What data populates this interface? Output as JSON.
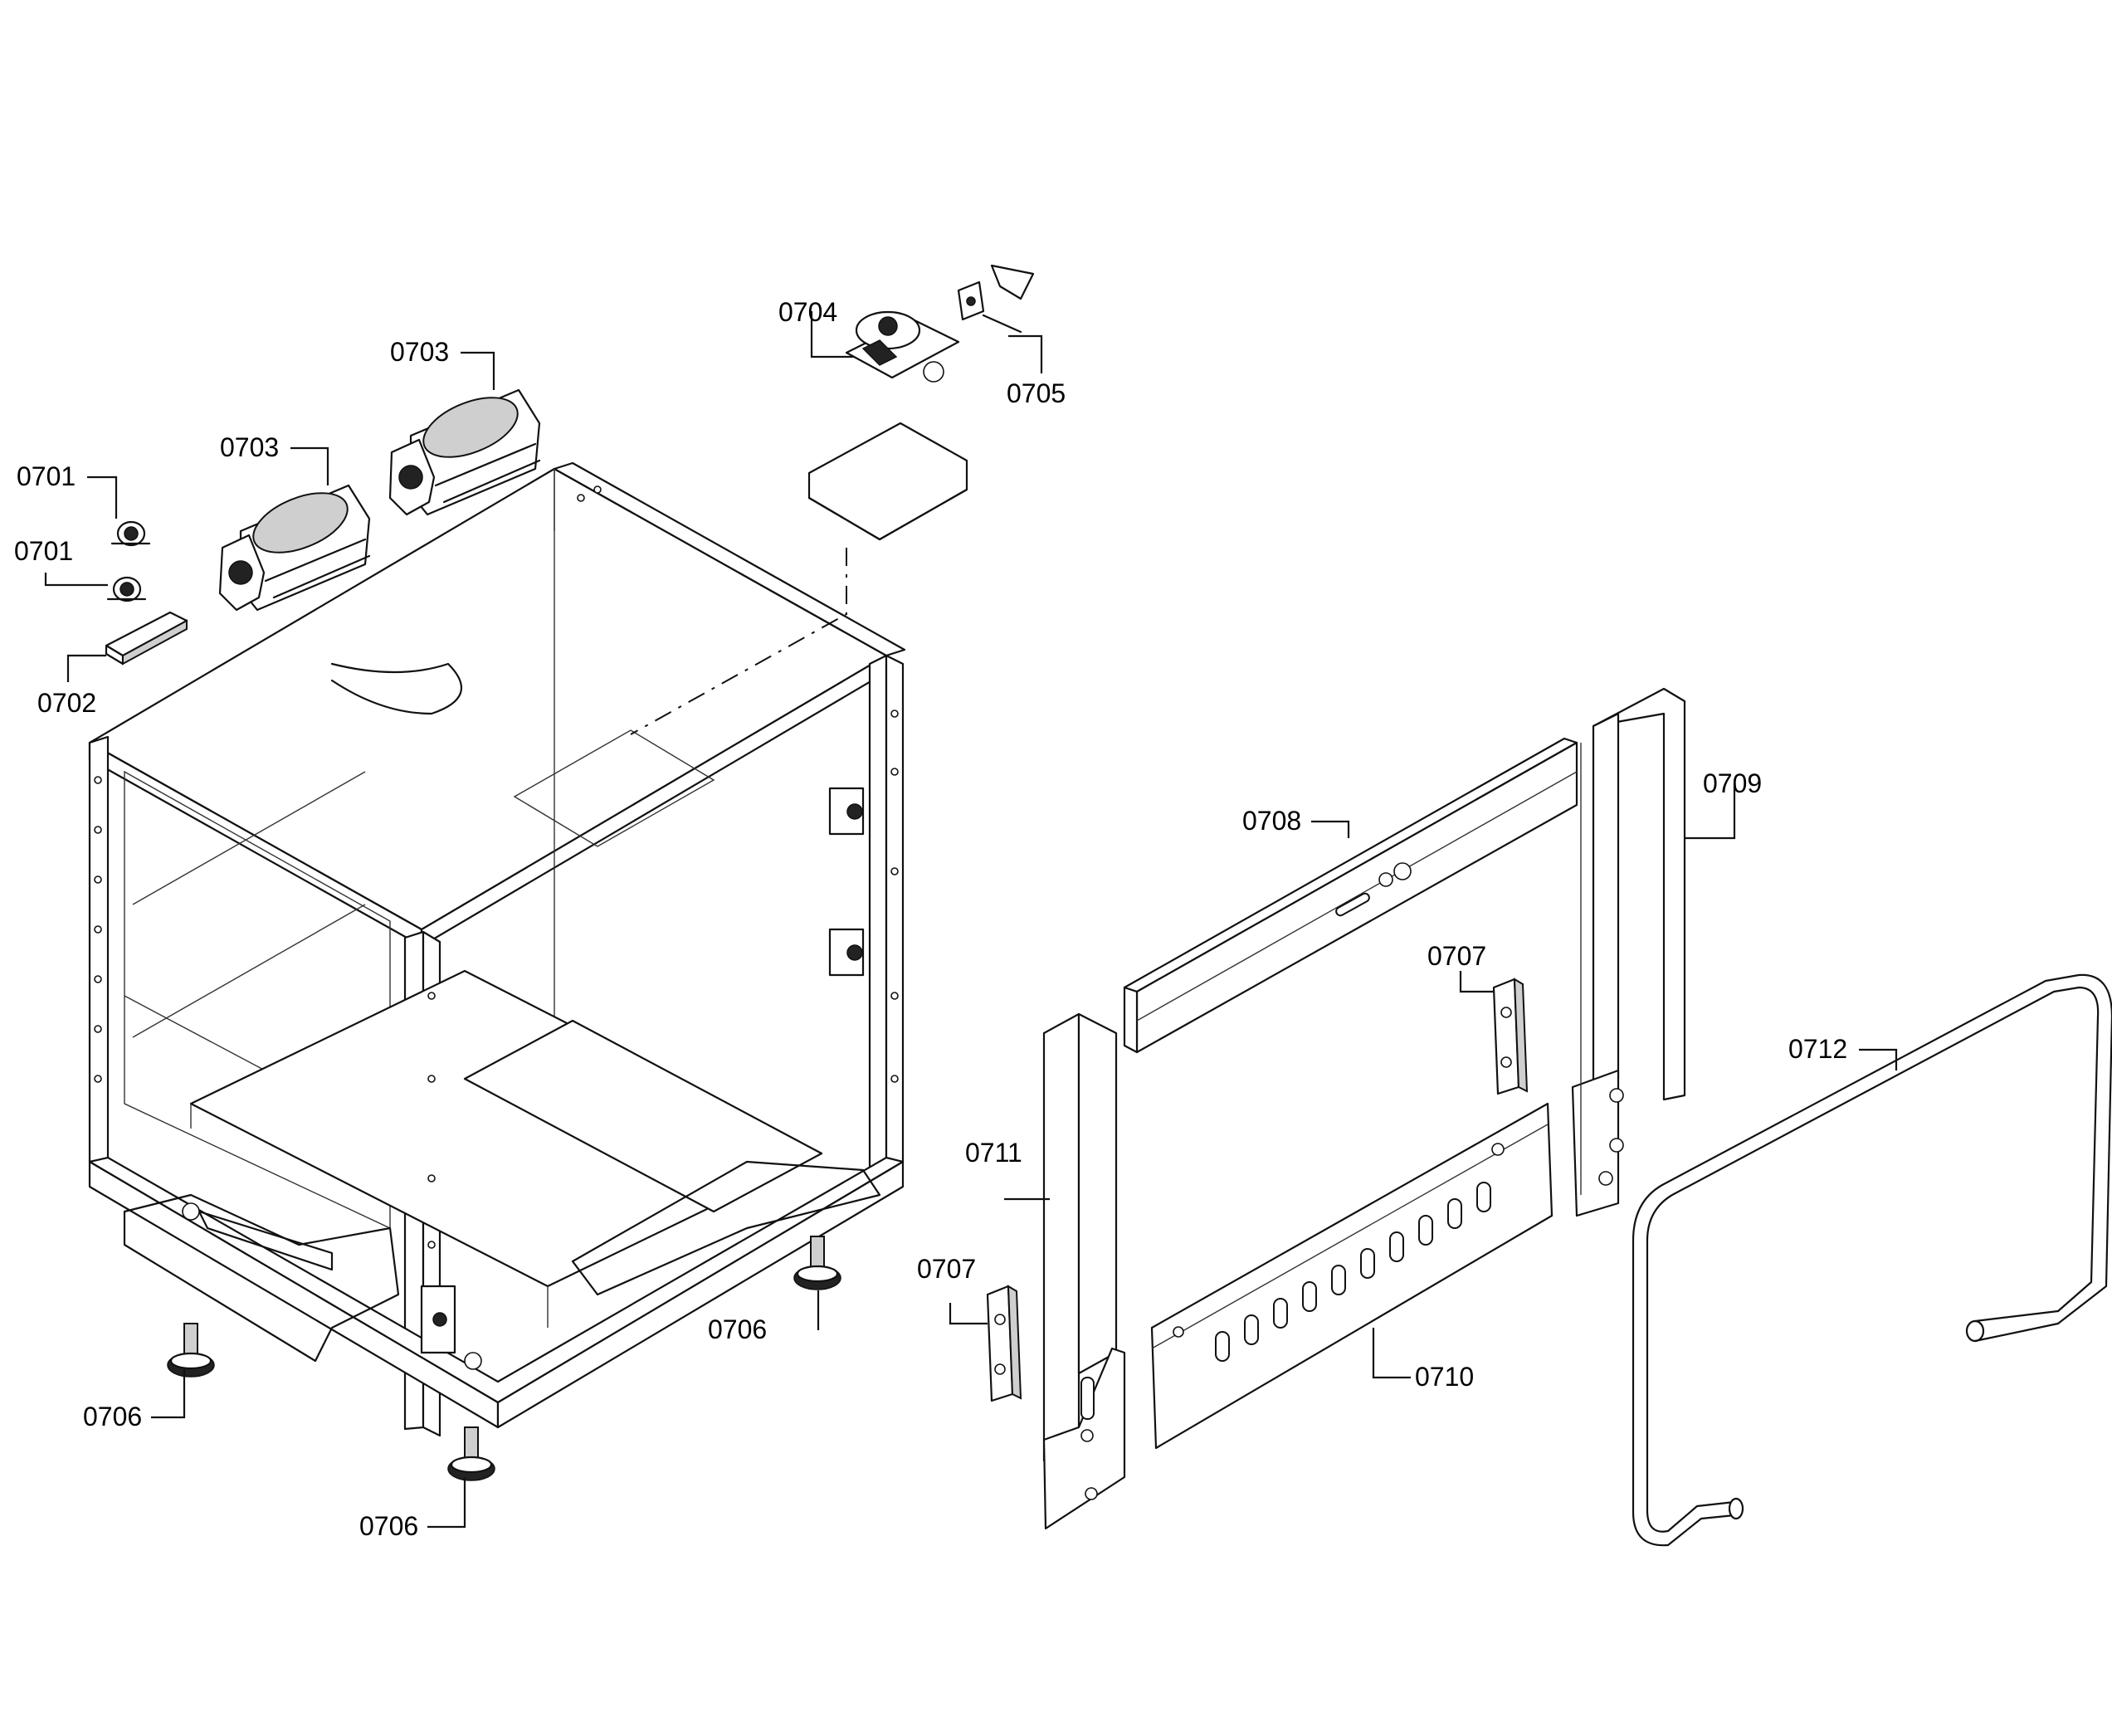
{
  "callouts": [
    {
      "id": "p0701a",
      "label": "0701"
    },
    {
      "id": "p0701b",
      "label": "0701"
    },
    {
      "id": "p0702",
      "label": "0702"
    },
    {
      "id": "p0703a",
      "label": "0703"
    },
    {
      "id": "p0703b",
      "label": "0703"
    },
    {
      "id": "p0704",
      "label": "0704"
    },
    {
      "id": "p0705",
      "label": "0705"
    },
    {
      "id": "p0706a",
      "label": "0706"
    },
    {
      "id": "p0706b",
      "label": "0706"
    },
    {
      "id": "p0706c",
      "label": "0706"
    },
    {
      "id": "p0707a",
      "label": "0707"
    },
    {
      "id": "p0707b",
      "label": "0707"
    },
    {
      "id": "p0708",
      "label": "0708"
    },
    {
      "id": "p0709",
      "label": "0709"
    },
    {
      "id": "p0710",
      "label": "0710"
    },
    {
      "id": "p0711",
      "label": "0711"
    },
    {
      "id": "p0712",
      "label": "0712"
    }
  ]
}
